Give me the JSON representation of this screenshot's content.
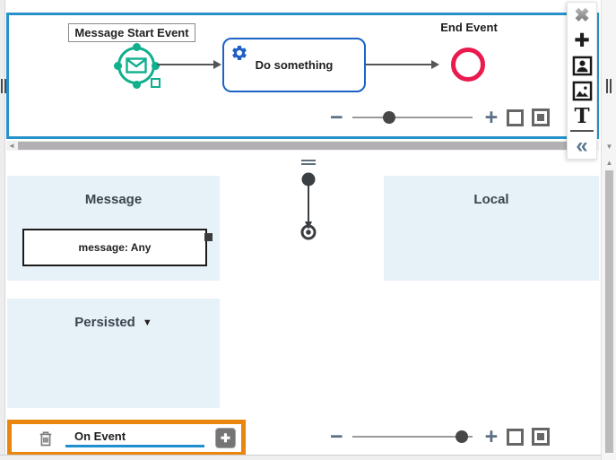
{
  "canvas": {
    "start_event_label": "Message Start Event",
    "task_label": "Do something",
    "end_event_label": "End Event"
  },
  "zoom_top": {
    "minus": "−",
    "plus": "+",
    "knob_style": "left:calc(31% - 7px)"
  },
  "zoom_bottom": {
    "minus": "−",
    "plus": "+",
    "knob_style": "left:calc(91% - 7px)"
  },
  "toolbar": {
    "close_glyph": "✖",
    "add_glyph": "✚",
    "text_glyph": "T",
    "collapse_glyph": "«"
  },
  "panel": {
    "sections": [
      {
        "title": "Message",
        "items": [
          {
            "label": "message: Any"
          }
        ]
      },
      {
        "title": "Local",
        "items": []
      },
      {
        "title": "Persisted",
        "caret": "▼",
        "items": []
      }
    ],
    "on_event": {
      "label": "On Event",
      "add_glyph": "✚"
    }
  },
  "scrollbars": {
    "left_arrow": "◄",
    "down_arrow": "▼",
    "up_arrow": "▲"
  },
  "colors": {
    "canvas_border_blue": "#2792c9",
    "event_teal": "#10b08d",
    "end_event_red": "#ea1a4f",
    "task_border_blue": "#1b63c5",
    "highlight_orange": "#e8860e",
    "section_bg_blue": "#e7f1f8",
    "field_underline_blue": "#1f8fd1"
  }
}
